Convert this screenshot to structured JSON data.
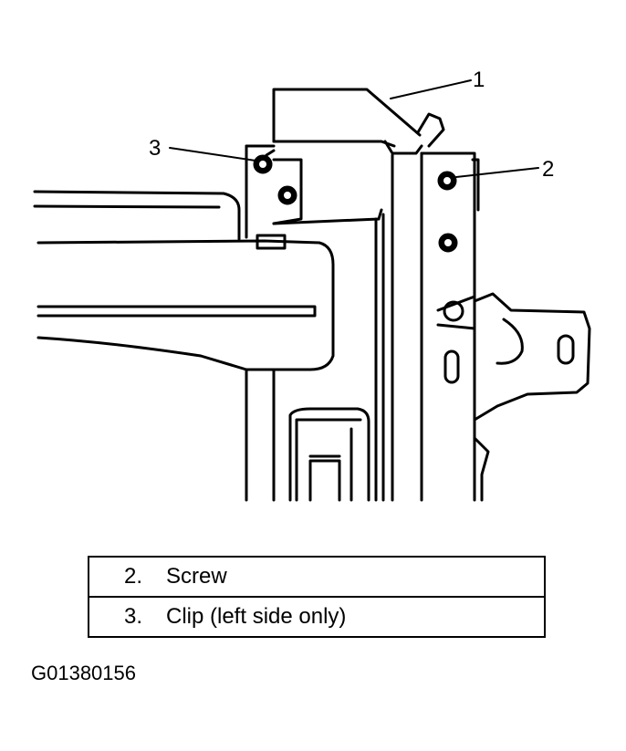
{
  "callouts": {
    "c1": "1",
    "c2": "2",
    "c3": "3"
  },
  "legend": {
    "rows": [
      {
        "num": "2.",
        "text": "Screw"
      },
      {
        "num": "3.",
        "text": "Clip (left side only)"
      }
    ]
  },
  "figure_code": "G01380156"
}
